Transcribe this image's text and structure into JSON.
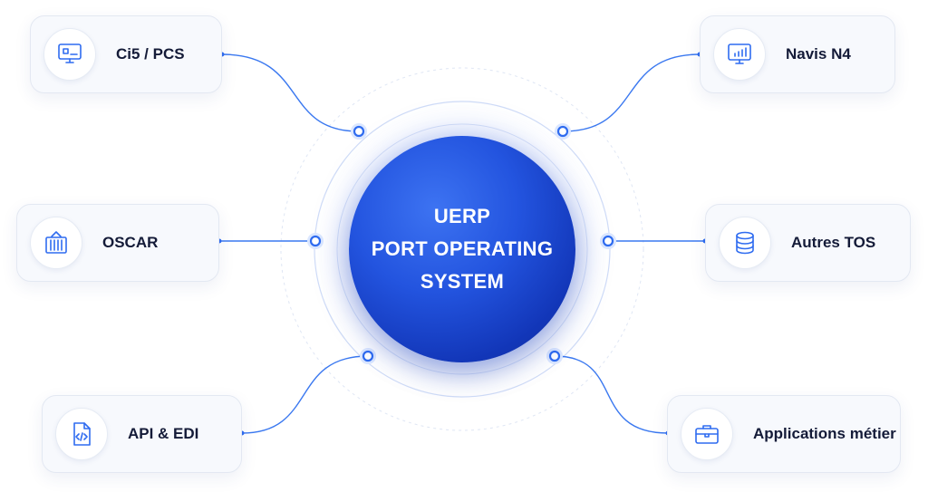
{
  "hub": {
    "lines": [
      "UERP",
      "PORT OPERATING",
      "SYSTEM"
    ]
  },
  "systems": {
    "left": [
      {
        "label": "Ci5 / PCS",
        "icon": "monitor-icon"
      },
      {
        "label": "OSCAR",
        "icon": "container-icon"
      },
      {
        "label": "API & EDI",
        "icon": "code-file-icon"
      }
    ],
    "right": [
      {
        "label": "Navis N4",
        "icon": "chart-monitor-icon"
      },
      {
        "label": "Autres TOS",
        "icon": "database-icon"
      },
      {
        "label": "Applications métier",
        "icon": "briefcase-icon"
      }
    ]
  },
  "colors": {
    "accent": "#2f6cf0",
    "hub_dark": "#0d2a95",
    "ring": "#cfdcf7",
    "card_bg": "#f7f9fd",
    "label": "#141b38"
  }
}
